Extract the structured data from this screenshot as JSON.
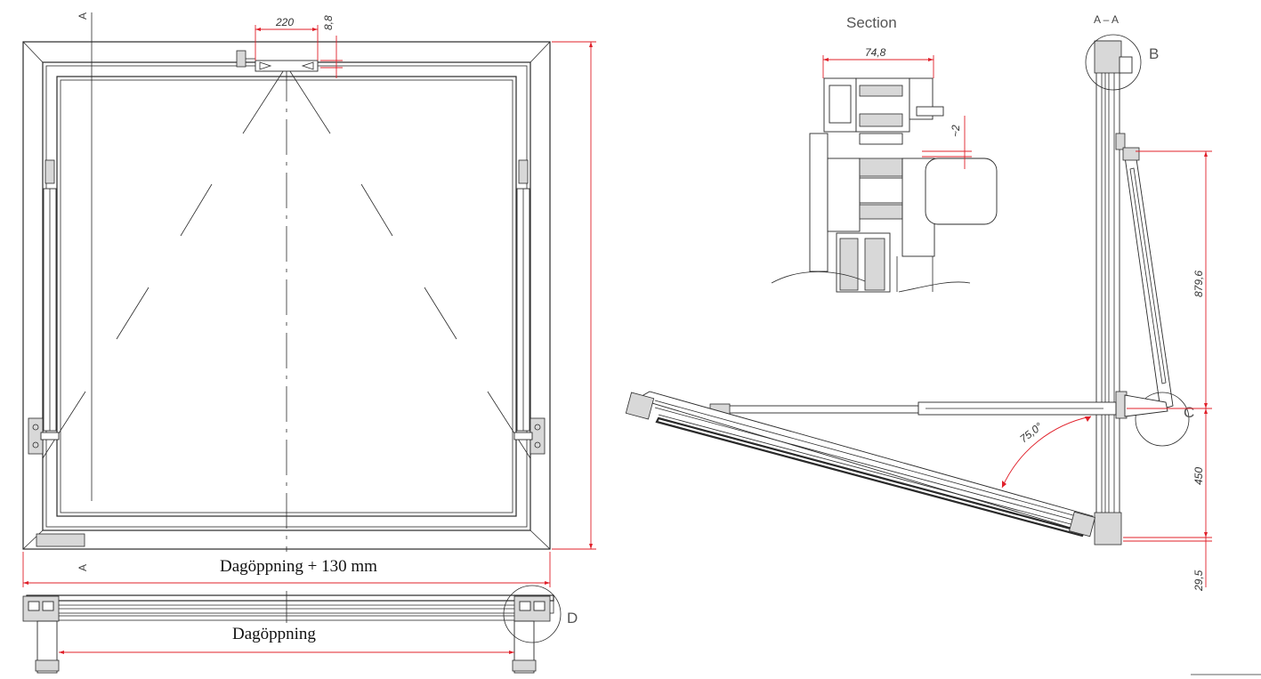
{
  "front_view": {
    "section_marker_top": "A",
    "section_marker_bottom": "A",
    "dim_top_width": "220",
    "dim_top_offset": "8,8",
    "width_label": "Dagöppning + 130 mm"
  },
  "bottom_view": {
    "width_label": "Dagöppning",
    "detail_label": "D"
  },
  "section": {
    "title": "Section",
    "dim_width": "74,8",
    "dim_gap": "~2"
  },
  "side_view": {
    "title": "A – A",
    "detail_b": "B",
    "detail_c": "C",
    "angle": "75,0°",
    "dim_upper": "879,6",
    "dim_middle": "450",
    "dim_bottom": "29,5"
  },
  "colors": {
    "line": "#2a2a2a",
    "dimension": "#e0202a",
    "background": "#ffffff"
  }
}
